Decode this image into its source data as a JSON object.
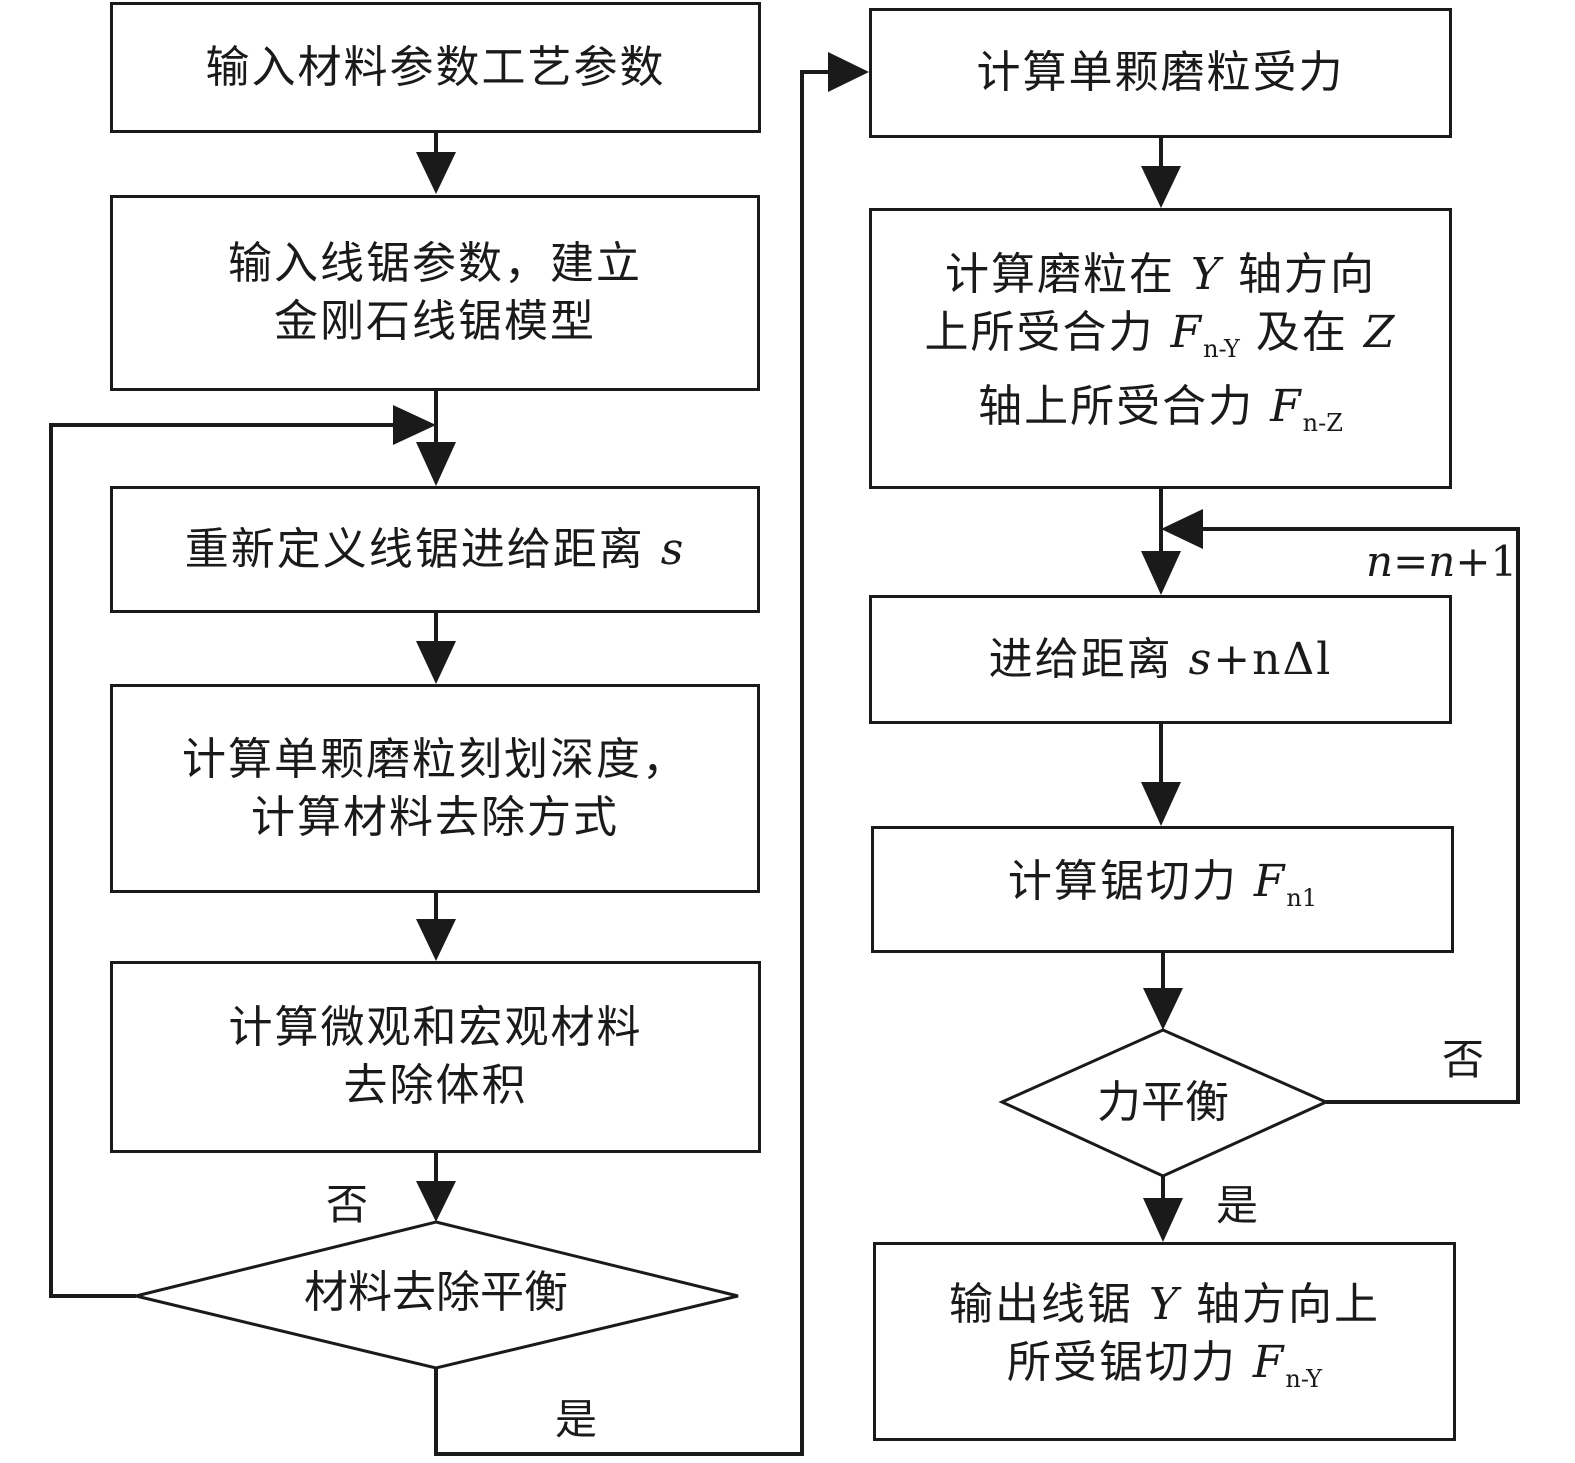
{
  "left_column": {
    "input_material": "输入材料参数工艺参数",
    "input_wire": {
      "line1": "输入线锯参数，建立",
      "line2": "金刚石线锯模型"
    },
    "redefine": {
      "text": "重新定义线锯进给距离",
      "var": "s"
    },
    "grit_depth": {
      "line1": "计算单颗磨粒刻划深度，",
      "line2": "计算材料去除方式"
    },
    "volume": {
      "line1": "计算微观和宏观材料",
      "line2": "去除体积"
    },
    "decision": "材料去除平衡",
    "no_label": "否",
    "yes_label": "是"
  },
  "right_column": {
    "single_force": "计算单颗磨粒受力",
    "resultant": {
      "l1a": "计算磨粒在",
      "l1var": "Y",
      "l1b": "轴方向",
      "l2a": "上所受合力",
      "l2F": "F",
      "l2sub": "n-Y",
      "l2b": "及在",
      "l2var": "Z",
      "l3a": "轴上所受合力",
      "l3F": "F",
      "l3sub": "n-Z"
    },
    "feed": {
      "text": "进给距离",
      "var": "s",
      "rest": "+nΔl"
    },
    "saw_force": {
      "text": "计算锯切力",
      "F": "F",
      "sub": "n1"
    },
    "decision": "力平衡",
    "no_label": "否",
    "yes_label": "是",
    "loop_label": {
      "n1": "n",
      "eq": "=",
      "n2": "n",
      "plus": "+1"
    },
    "output": {
      "l1a": "输出线锯",
      "l1var": "Y",
      "l1b": "轴方向上",
      "l2a": "所受锯切力",
      "l2F": "F",
      "l2sub": "n-Y"
    }
  }
}
